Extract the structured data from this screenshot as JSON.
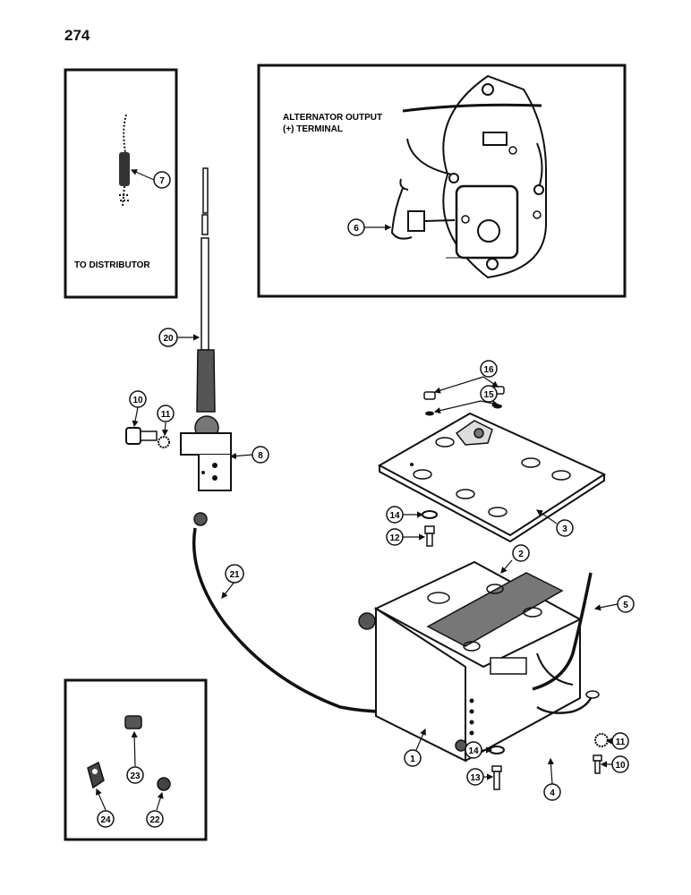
{
  "page_number": "274",
  "labels": {
    "to_distributor": "TO DISTRIBUTOR",
    "alternator_output_line1": "ALTERNATOR OUTPUT",
    "alternator_output_line2": "(+) TERMINAL"
  },
  "callouts": {
    "c1": "1",
    "c2": "2",
    "c3": "3",
    "c4": "4",
    "c5": "5",
    "c6": "6",
    "c7": "7",
    "c8": "8",
    "c10a": "10",
    "c10b": "10",
    "c11a": "11",
    "c11b": "11",
    "c12": "12",
    "c13": "13",
    "c14a": "14",
    "c14b": "14",
    "c15": "15",
    "c16": "16",
    "c20": "20",
    "c21": "21",
    "c22": "22",
    "c23": "23",
    "c24": "24"
  }
}
